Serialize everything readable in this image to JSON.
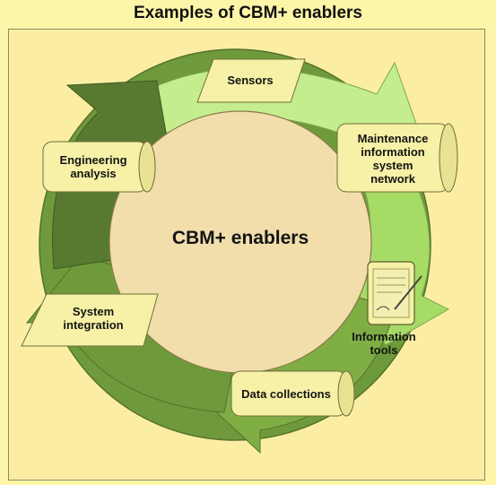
{
  "title": "Examples of CBM+ enablers",
  "center_label": "CBM+ enablers",
  "enablers": [
    {
      "lines": [
        "Sensors"
      ],
      "icon": "parallelogram-label"
    },
    {
      "lines": [
        "Maintenance",
        "information",
        "system",
        "network"
      ],
      "icon": "cylinder-label"
    },
    {
      "lines": [
        "Information",
        "tools"
      ],
      "icon": "tablet-icon"
    },
    {
      "lines": [
        "Data collections"
      ],
      "icon": "cylinder-label"
    },
    {
      "lines": [
        "System",
        "integration"
      ],
      "icon": "parallelogram-label"
    },
    {
      "lines": [
        "Engineering",
        "analysis"
      ],
      "icon": "cylinder-label"
    }
  ],
  "colors": {
    "background": "#fdf5a8",
    "frame": "#fbeea2",
    "center": "#f1deab",
    "arrow_light": "#c4ee8e",
    "arrow_mid": "#9ccf5e",
    "arrow_dark": "#6a9434",
    "arrow_darkest": "#57772f",
    "label_box": "#f6f1a6"
  }
}
